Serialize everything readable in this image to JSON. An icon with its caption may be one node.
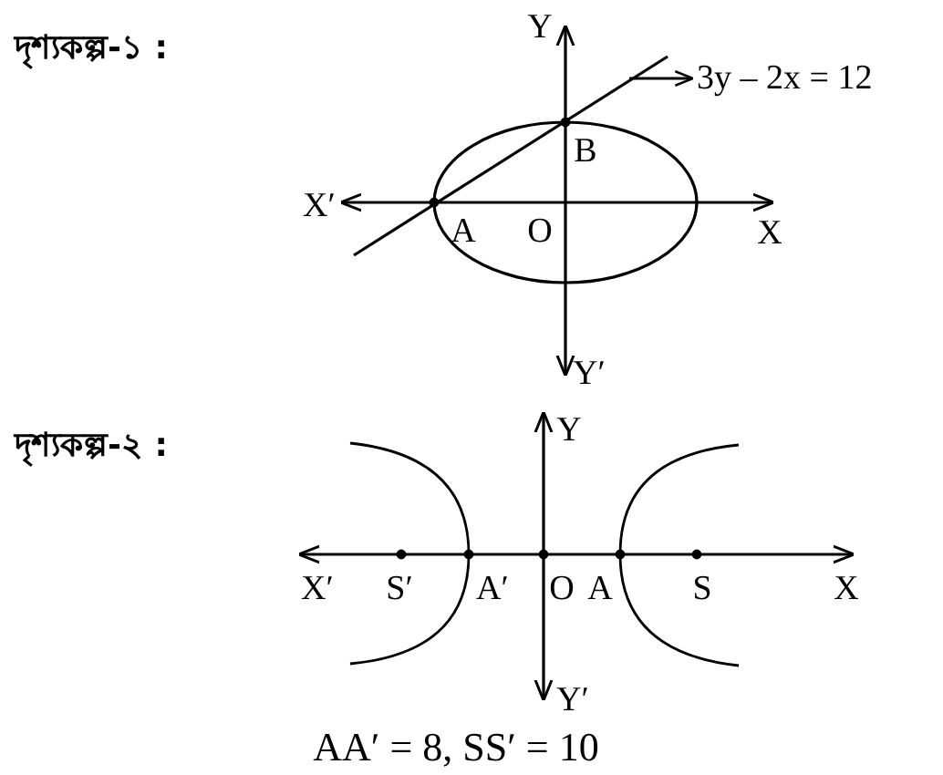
{
  "diagram": {
    "nodes": [
      {
        "text": [
          "3y – 2x = 12"
        ]
      },
      {
        "text": [],
        "shape": "line"
      }
    ],
    "edges": [
      {
        "from": 1,
        "to": 0,
        "arrow": "to"
      }
    ],
    "labels": [
      "দৃশ্যকল্প-১ :",
      "Y",
      "B",
      "X′",
      "A",
      "O",
      "X",
      "Y′",
      "দৃশ্যকল্প-২ :",
      "Y",
      "X′",
      "S′",
      "A′",
      "O",
      "A",
      "S",
      "X",
      "Y′",
      "AA′ = 8, SS′ = 10"
    ]
  }
}
